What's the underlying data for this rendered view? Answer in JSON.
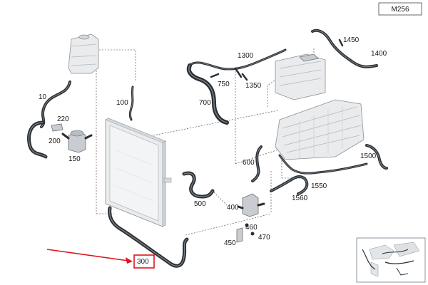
{
  "engine_code": "M256",
  "callouts": {
    "c10": "10",
    "c100": "100",
    "c150": "150",
    "c200": "200",
    "c220": "220",
    "c300": "300",
    "c400": "400",
    "c450": "450",
    "c460": "460",
    "c470": "470",
    "c500": "500",
    "c600": "600",
    "c700": "700",
    "c750": "750",
    "c1300": "1300",
    "c1350": "1350",
    "c1400": "1400",
    "c1450": "1450",
    "c1500": "1500",
    "c1550": "1550",
    "c1560": "1560"
  },
  "colors": {
    "highlight": "#e0141e",
    "hose": "#2b2f33",
    "leader": "#3a3a3a"
  },
  "highlighted_part": "300"
}
